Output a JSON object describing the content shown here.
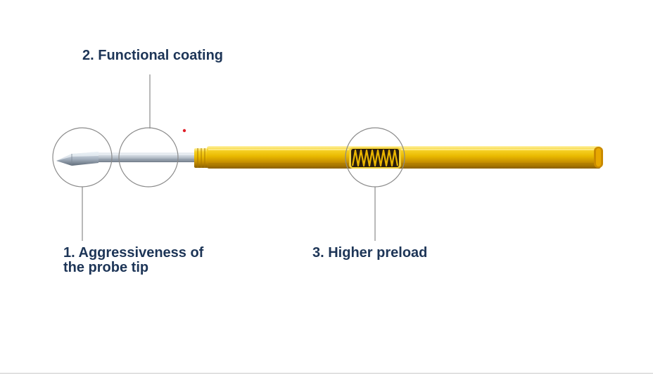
{
  "callouts": {
    "tip": {
      "line1": "1. Aggressiveness of",
      "line2": "the probe tip"
    },
    "coating": {
      "text": "2. Functional coating"
    },
    "preload": {
      "text": "3. Higher preload"
    }
  },
  "colors": {
    "label_text": "#1d3557",
    "callout_line": "#8a8a8a",
    "barrel_gold": "#e6b800",
    "plunger_silver": "#b8c2cc",
    "spring_dark": "#2a1d0c",
    "marker_red": "#e0202a"
  }
}
